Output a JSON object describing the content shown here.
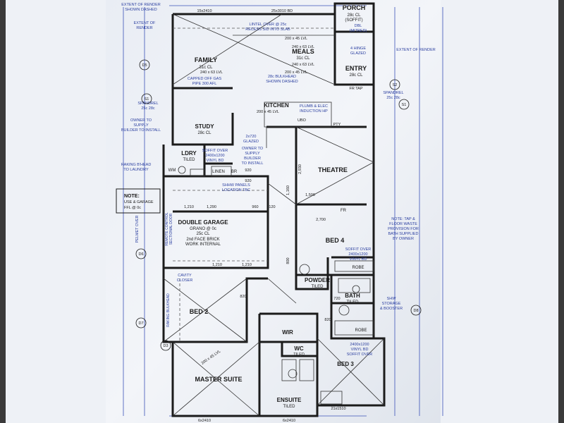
{
  "rooms": {
    "porch": {
      "name": "PORCH",
      "sub1": "28c CL",
      "sub2": "(SOFFIT)"
    },
    "family": {
      "name": "FAMILY",
      "sub1": "31c CL"
    },
    "meals": {
      "name": "MEALS",
      "sub1": "31c CL"
    },
    "entry": {
      "name": "ENTRY",
      "sub1": "28c CL"
    },
    "kitchen": {
      "name": "KITCHEN"
    },
    "study": {
      "name": "STUDY",
      "sub1": "28c CL"
    },
    "ldry": {
      "name": "LDRY",
      "sub1": "TILED"
    },
    "theatre": {
      "name": "THEATRE"
    },
    "garage": {
      "name": "DOUBLE GARAGE",
      "sub1": "GRANO @ 0c",
      "sub2": "25c CL",
      "sub3": "2nd FACE BRICK",
      "sub4": "WORK INTERNAL"
    },
    "bed4": {
      "name": "BED 4"
    },
    "powder": {
      "name": "POWDER",
      "sub1": "TILED"
    },
    "bath": {
      "name": "BATH",
      "sub1": "TILED"
    },
    "bed2": {
      "name": "BED 2"
    },
    "wir": {
      "name": "WIR"
    },
    "wc": {
      "name": "WC",
      "sub1": "TILED"
    },
    "bed3": {
      "name": "BED 3"
    },
    "master": {
      "name": "MASTER SUITE"
    },
    "ensuite": {
      "name": "ENSUITE",
      "sub1": "TILED"
    }
  },
  "fixtures": {
    "wm": "WM",
    "linen": "LINEN",
    "br": "BR",
    "robe_bed4": "ROBE",
    "robe_bed3": "ROBE",
    "fr": "FR",
    "wc": "WC"
  },
  "notes": {
    "extent_render_top": "EXTENT OF RENDER",
    "render_dashed": "SHOWN DASHED",
    "extent_render_left": "EXTENT OF",
    "extent_render_left2": "RENDER",
    "extent_render_right": "EXTENT OF RENDER",
    "lintel": "LINTEL OVER @ 25c",
    "lintel2": "RECESS SID INTO SLAB",
    "capped_gas": "CAPPED OFF GAS",
    "capped_gas2": "PIPE 300 AFL",
    "bulkhead": "28c BULKHEAD",
    "bulkhead2": "SHOWN DASHED",
    "plumb": "PLUMB & ELEC",
    "plumb2": "INDUCTION HP",
    "owner_supply": "OWNER TO",
    "owner_supply2": "SUPPLY",
    "owner_supply3": "BUILDER",
    "owner_supply4": "TO INSTALL",
    "owner_left": "OWNER TO",
    "owner_left2": "SUPPLY",
    "owner_left3": "BUILDER TO INSTALL",
    "raking": "RAKING B'HEAD",
    "raking2": "TO LAUNDRY",
    "note_title": "NOTE:",
    "note_line1": "USE & GARAGE",
    "note_line2": "FFL @ 0c",
    "shhw": "SHHW PANELS",
    "shhw2": "LOCATION TBC",
    "soffit": "SOFFIT OVER",
    "soffit2": "2400x1200",
    "soffit3": "VINYL BD",
    "soffit_bed4": "SOFFIT OVER",
    "soffit_bed4b": "2400x1200",
    "soffit_bed4c": "VINYL BD",
    "taps": "NOTE: TAP &",
    "taps2": "FLOOR WASTE",
    "taps3": "PROVISION FOR",
    "taps4": "BATH SUPPLIED",
    "taps5": "BY OWNER",
    "spandrel_l": "SPANDREL",
    "spandrel_l2": "25c 28c",
    "spandrel_r": "SPANDREL",
    "spandrel_r2": "25c 28c",
    "pelmet": "PELMET OVER",
    "remote": "REMOTE CONTROL",
    "remote2": "SECTIONAL DOOR",
    "cavity": "CAVITY",
    "cavity2": "CLOSER",
    "raking_bed2": "RAKING BULKHEAD",
    "storage": "SHW",
    "storage2": "STORAGE",
    "storage3": "& BOOSTER",
    "soffit_bed3": "2400x1200",
    "soffit_bed3b": "VINYL BD",
    "soffit_bed3c": "SOFFIT OVER",
    "glazed": "4 HINGE",
    "glazed2": "GLAZED",
    "dbl_glazed": "DBL",
    "dbl_glazed2": "(MITRED)",
    "glazed_kitchen": "2x720",
    "glazed_kitchen2": "GLAZED",
    "pty": "PTY",
    "fr_tap": "FR TAP",
    "ubo": "UBO"
  },
  "dims": {
    "d1": "15x2410",
    "d2": "25x3010 BD",
    "d3": "200 x 45 LVL",
    "d4": "240 x 63 LVL",
    "d5": "200 x 45 LVL",
    "d6": "240 x 63 LVL",
    "d7": "200 x 45 LVL",
    "d8": "240 x 63 LVL",
    "d9": "1,500",
    "d10": "2,700",
    "d11": "1,210",
    "d12": "1,290",
    "d13": "1,210",
    "d14": "1,210",
    "d15": "960",
    "d16": "920",
    "d17": "820",
    "d18": "720",
    "d19": "2,930",
    "d20": "21x1510",
    "d21": "6x2410",
    "d22": "6x2410",
    "d23": "200 x 45 LVL",
    "d24": "800",
    "d25": "820",
    "d26": "920",
    "d27": "1,160",
    "d28": "120"
  },
  "markers": {
    "d1": "D5",
    "s1": "S1",
    "s1b": "S1",
    "d6": "D6",
    "d7": "D7",
    "d8": "D8",
    "s2": "S2",
    "d3": "D3"
  }
}
